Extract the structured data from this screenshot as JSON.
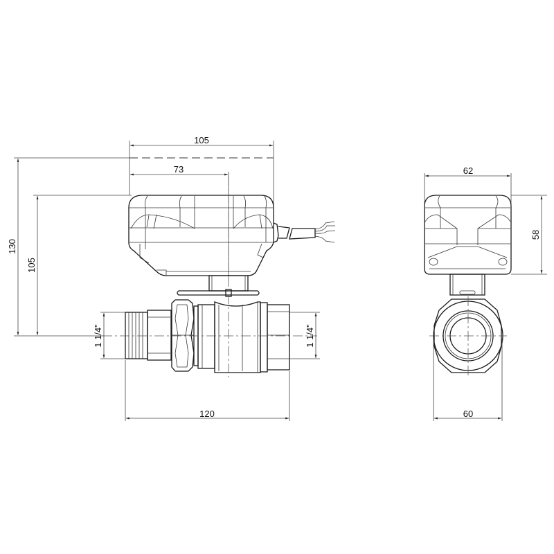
{
  "drawing": {
    "subject": "motorized ball valve with actuator",
    "line_color": "#1a1a1a",
    "background": "#ffffff"
  },
  "front_view": {
    "dimensions": {
      "overall_width_top": "105",
      "actuator_axis_offset": "73",
      "overall_height": "130",
      "axis_to_top_height": "105",
      "left_thread": "1 1/4\"",
      "right_thread": "1 1/4\"",
      "body_length": "120"
    }
  },
  "side_view": {
    "dimensions": {
      "actuator_width": "62",
      "actuator_height": "58",
      "body_width": "60"
    }
  }
}
